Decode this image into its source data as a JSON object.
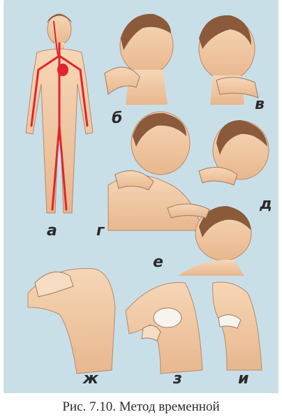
{
  "figure": {
    "labels": {
      "a": "а",
      "b": "б",
      "v": "в",
      "g": "г",
      "d": "д",
      "e": "е",
      "zh": "ж",
      "z": "з",
      "i": "и"
    },
    "caption": "Рис. 7.10. Метод временной"
  },
  "colors": {
    "background": "#c9dfe8",
    "skin": "#f2c9a3",
    "hair": "#8a5a3b",
    "artery": "#e2242c",
    "text": "#2a2a2a"
  }
}
